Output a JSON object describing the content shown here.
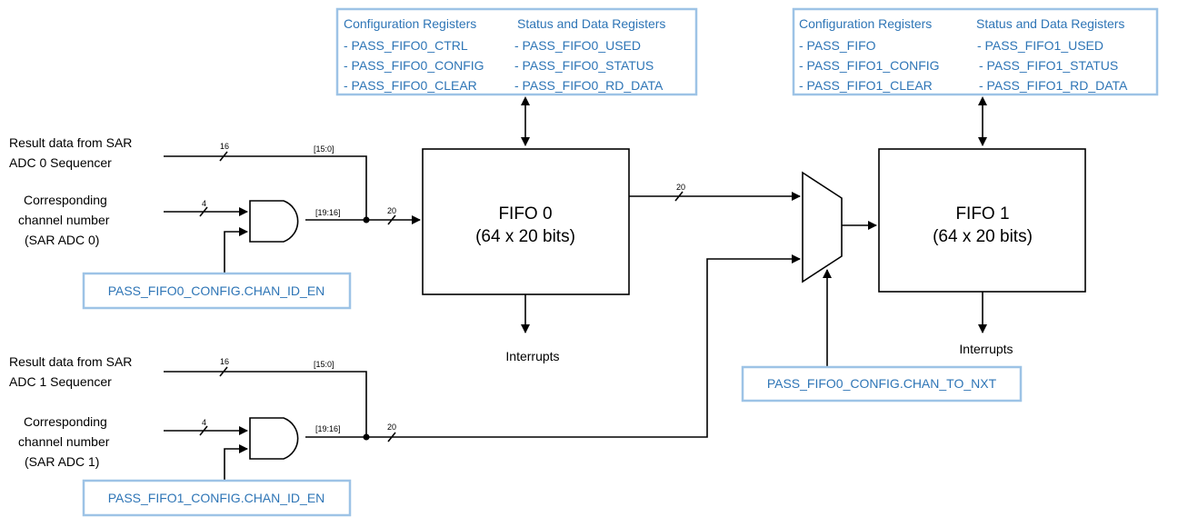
{
  "reg_box_0": {
    "config_header": "Configuration Registers",
    "status_header": "Status and Data Registers",
    "config_items": [
      "- PASS_FIFO0_CTRL",
      "- PASS_FIFO0_CONFIG",
      "- PASS_FIFO0_CLEAR"
    ],
    "status_items": [
      "- PASS_FIFO0_USED",
      "- PASS_FIFO0_STATUS",
      "- PASS_FIFO0_RD_DATA"
    ]
  },
  "reg_box_1": {
    "config_header": "Configuration Registers",
    "status_header": "Status and Data Registers",
    "config_items": [
      "- PASS_FIFO",
      "- PASS_FIFO1_CONFIG",
      "- PASS_FIFO1_CLEAR"
    ],
    "status_items": [
      "- PASS_FIFO1_USED",
      "- PASS_FIFO1_STATUS",
      "- PASS_FIFO1_RD_DATA"
    ]
  },
  "fifo0": {
    "title": "FIFO 0",
    "size": "(64 x 20 bits)",
    "interrupts": "Interrupts"
  },
  "fifo1": {
    "title": "FIFO 1",
    "size": "(64 x 20 bits)",
    "interrupts": "Interrupts"
  },
  "inputs": {
    "sar0_result": [
      "Result data from SAR",
      "ADC 0 Sequencer"
    ],
    "sar0_channel": [
      "Corresponding",
      "channel number",
      "(SAR ADC 0)"
    ],
    "sar1_result": [
      "Result data from SAR",
      "ADC 1 Sequencer"
    ],
    "sar1_channel": [
      "Corresponding",
      "channel number",
      "(SAR ADC 1)"
    ]
  },
  "config_labels": {
    "fifo0_chan_id_en": "PASS_FIFO0_CONFIG.CHAN_ID_EN",
    "fifo1_chan_id_en": "PASS_FIFO1_CONFIG.CHAN_ID_EN",
    "chan_to_nxt": "PASS_FIFO0_CONFIG.CHAN_TO_NXT"
  },
  "bus_labels": {
    "width_16": "16",
    "width_4": "4",
    "width_20": "20",
    "bits_15_0": "[15:0]",
    "bits_19_16": "[19:16]"
  }
}
